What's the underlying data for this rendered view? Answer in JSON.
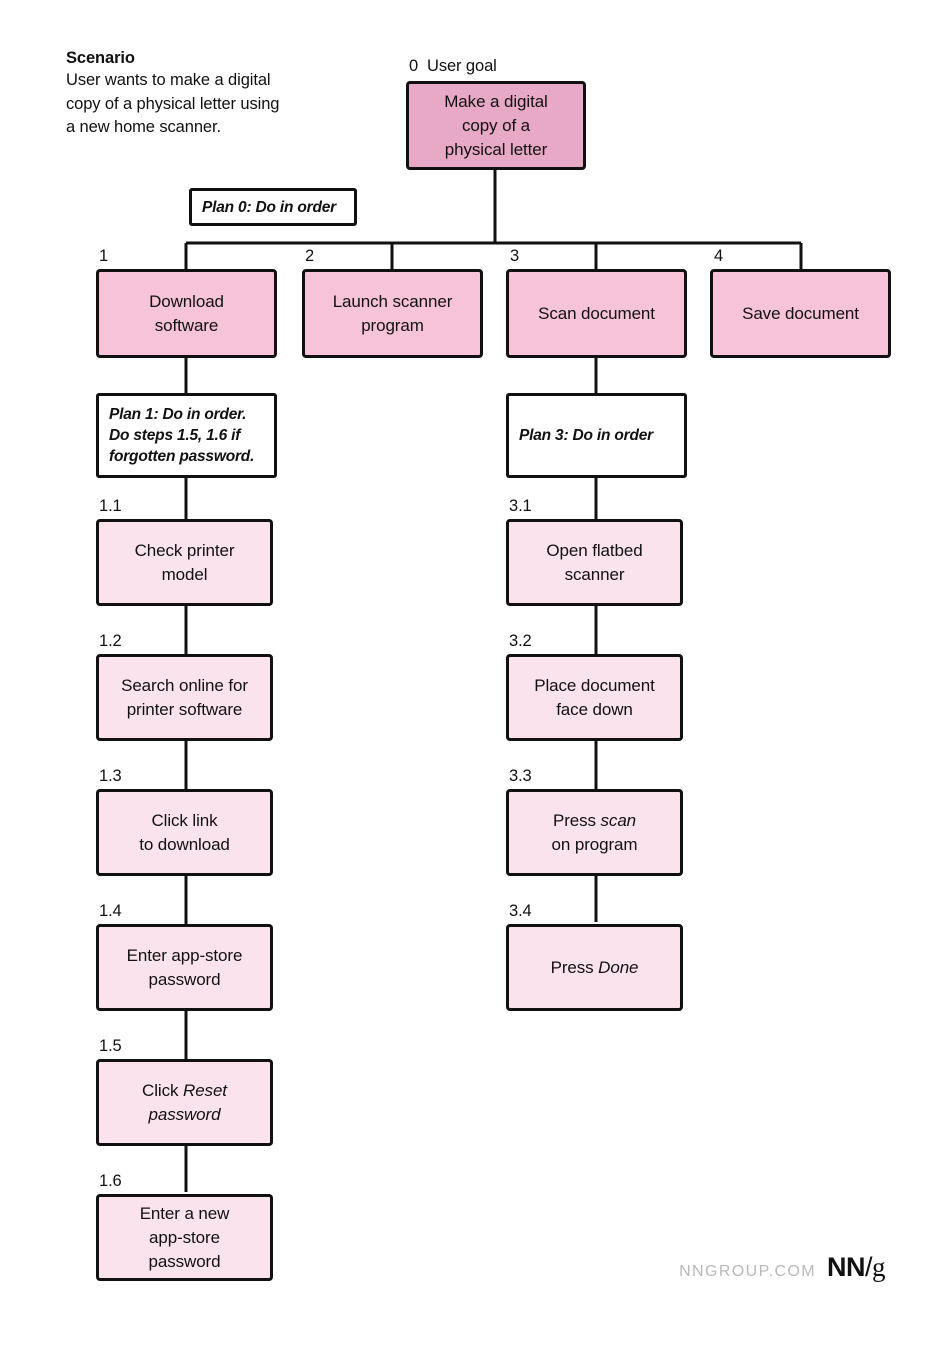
{
  "scenario": {
    "title": "Scenario",
    "body": "User wants to make a digital\ncopy of a physical letter using\na new home scanner."
  },
  "goal": {
    "index": "0",
    "index_label": "User goal",
    "label": "Make a digital\ncopy of a\nphysical letter"
  },
  "plans": [
    {
      "id": "plan-0",
      "text": "Plan 0: Do in order"
    },
    {
      "id": "plan-1",
      "text": "Plan 1: Do in order.\nDo steps 1.5, 1.6 if\nforgotten password."
    },
    {
      "id": "plan-3",
      "text": "Plan 3: Do in order"
    }
  ],
  "level1": [
    {
      "index": "1",
      "label": "Download\nsoftware"
    },
    {
      "index": "2",
      "label": "Launch scanner\nprogram"
    },
    {
      "index": "3",
      "label": "Scan document"
    },
    {
      "index": "4",
      "label": "Save document"
    }
  ],
  "branch1": [
    {
      "index": "1.1",
      "label": "Check printer\nmodel",
      "emphasis": ""
    },
    {
      "index": "1.2",
      "label": "Search online for\nprinter software",
      "emphasis": ""
    },
    {
      "index": "1.3",
      "label": "Click link\nto download",
      "emphasis": ""
    },
    {
      "index": "1.4",
      "label": "Enter app-store\npassword",
      "emphasis": ""
    },
    {
      "index": "1.5",
      "label": "Click ",
      "emphasis": "Reset\npassword"
    },
    {
      "index": "1.6",
      "label": "Enter a new\napp-store\npassword",
      "emphasis": ""
    }
  ],
  "branch3": [
    {
      "index": "3.1",
      "label": "Open flatbed\nscanner",
      "emphasis": "",
      "label_after": ""
    },
    {
      "index": "3.2",
      "label": "Place document\nface down",
      "emphasis": "",
      "label_after": ""
    },
    {
      "index": "3.3",
      "label": "Press ",
      "emphasis": "scan",
      "label_after": "\non program"
    },
    {
      "index": "3.4",
      "label": "Press ",
      "emphasis": "Done",
      "label_after": ""
    }
  ],
  "footer": {
    "url": "NNGROUP.COM",
    "logo_nn": "NN",
    "logo_slash": "/",
    "logo_g": "g"
  },
  "colors": {
    "level0_fill": "#e8a9c6",
    "level1_fill": "#f7c3d8",
    "level2_fill": "#fbe3ed",
    "stroke": "#111111",
    "footer_url": "#b9b9bd"
  }
}
